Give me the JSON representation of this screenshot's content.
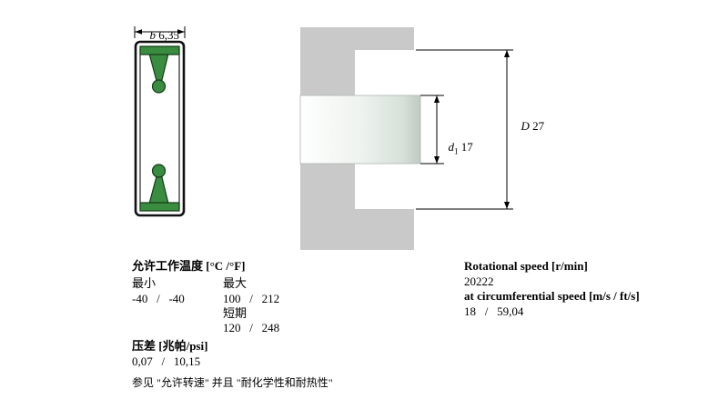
{
  "diagram_seal": {
    "dim_b": {
      "letter": "b",
      "value": "6,35"
    }
  },
  "diagram_install": {
    "dim_D": {
      "letter": "D",
      "value": "27"
    },
    "dim_d1": {
      "letter": "d",
      "sub": "1",
      "value": "17"
    }
  },
  "temperature": {
    "title": "允许工作温度 [°C /°F]",
    "min_label": "最小",
    "max_label": "最大",
    "min_value": "-40   /   -40",
    "max_value": "100   /   212",
    "short_term_label": "短期",
    "short_term_value": "120   /   248"
  },
  "pressure": {
    "title": "压差 [兆帕/psi]",
    "value": "0,07   /   10,15"
  },
  "note": "参见 \"允许转速\" 并且 \"耐化学性和耐热性\"",
  "speed": {
    "rotational_title": "Rotational speed [r/min]",
    "rotational_value": "20222",
    "circumferential_title": "at circumferential speed [m/s / ft/s]",
    "circumferential_value": "18   /   59,04"
  },
  "colors": {
    "seal_green": "#3a8c40",
    "seal_outline": "#123a16",
    "housing_gray": "#c9c9c9"
  }
}
